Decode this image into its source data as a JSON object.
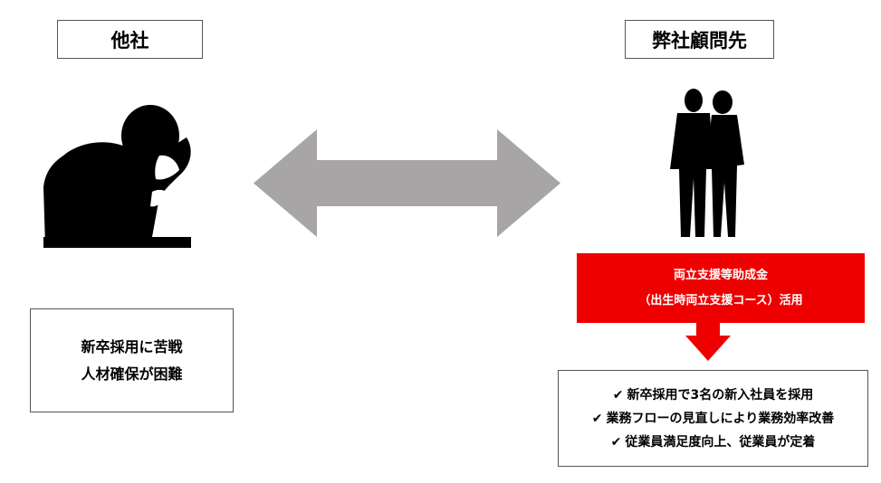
{
  "left": {
    "title": "他社",
    "description_lines": [
      "新卒採用に苦戦",
      "人材確保が困難"
    ]
  },
  "right": {
    "title": "弊社顧問先",
    "subsidy_lines": [
      "両立支援等助成金",
      "（出生時両立支援コース）活用"
    ],
    "results": [
      "新卒採用で3名の新入社員を採用",
      "業務フローの見直しにより業務効率改善",
      "従業員満足度向上、従業員が定着"
    ]
  },
  "icons": {
    "left_figure": "worried-person-icon",
    "right_figure": "business-people-icon",
    "double_arrow": "double-arrow-icon",
    "down_arrow": "down-arrow-icon",
    "check": "check-icon"
  },
  "colors": {
    "accent": "#ee0000",
    "arrow": "#a7a5a6",
    "figure": "#000000"
  }
}
